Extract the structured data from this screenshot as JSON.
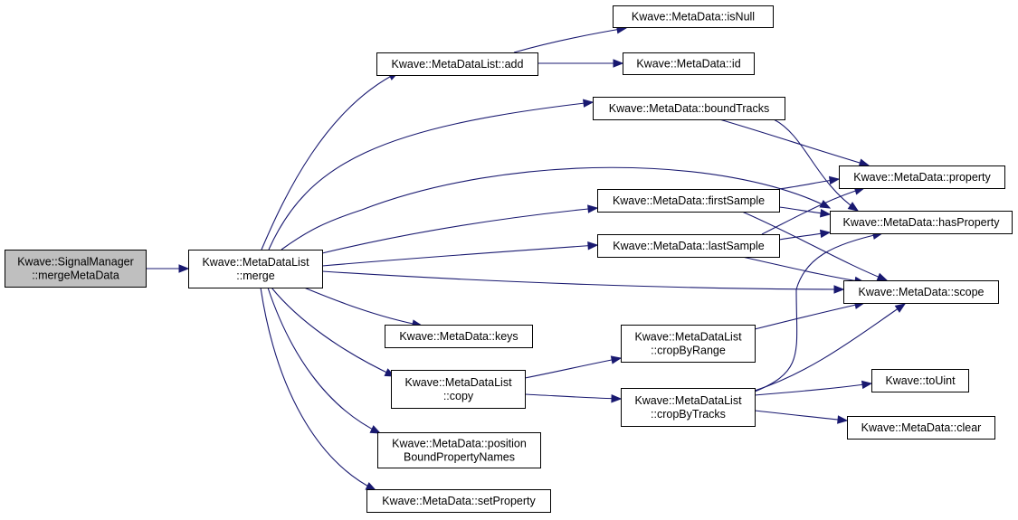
{
  "graph": {
    "colors": {
      "edge": "#191970",
      "root_fill": "#bfbfbf",
      "node_fill": "#ffffff",
      "border": "#000000"
    },
    "nodes": {
      "root": {
        "lines": [
          "Kwave::SignalManager",
          "::mergeMetaData"
        ]
      },
      "merge": {
        "lines": [
          "Kwave::MetaDataList",
          "::merge"
        ]
      },
      "add": {
        "lines": [
          "Kwave::MetaDataList::add"
        ]
      },
      "isNull": {
        "lines": [
          "Kwave::MetaData::isNull"
        ]
      },
      "id": {
        "lines": [
          "Kwave::MetaData::id"
        ]
      },
      "bound": {
        "lines": [
          "Kwave::MetaData::boundTracks"
        ]
      },
      "property": {
        "lines": [
          "Kwave::MetaData::property"
        ]
      },
      "first": {
        "lines": [
          "Kwave::MetaData::firstSample"
        ]
      },
      "hasProp": {
        "lines": [
          "Kwave::MetaData::hasProperty"
        ]
      },
      "last": {
        "lines": [
          "Kwave::MetaData::lastSample"
        ]
      },
      "scope": {
        "lines": [
          "Kwave::MetaData::scope"
        ]
      },
      "keys": {
        "lines": [
          "Kwave::MetaData::keys"
        ]
      },
      "cropRange": {
        "lines": [
          "Kwave::MetaDataList",
          "::cropByRange"
        ]
      },
      "copy": {
        "lines": [
          "Kwave::MetaDataList",
          "::copy"
        ]
      },
      "cropTracks": {
        "lines": [
          "Kwave::MetaDataList",
          "::cropByTracks"
        ]
      },
      "toUint": {
        "lines": [
          "Kwave::toUint"
        ]
      },
      "clear": {
        "lines": [
          "Kwave::MetaData::clear"
        ]
      },
      "posBound": {
        "lines": [
          "Kwave::MetaData::position",
          "BoundPropertyNames"
        ]
      },
      "setProp": {
        "lines": [
          "Kwave::MetaData::setProperty"
        ]
      }
    },
    "edges": [
      [
        "root",
        "merge"
      ],
      [
        "merge",
        "add"
      ],
      [
        "merge",
        "bound"
      ],
      [
        "merge",
        "hasProp"
      ],
      [
        "merge",
        "first"
      ],
      [
        "merge",
        "last"
      ],
      [
        "merge",
        "scope"
      ],
      [
        "merge",
        "keys"
      ],
      [
        "merge",
        "copy"
      ],
      [
        "merge",
        "posBound"
      ],
      [
        "merge",
        "setProp"
      ],
      [
        "add",
        "isNull"
      ],
      [
        "add",
        "id"
      ],
      [
        "bound",
        "property"
      ],
      [
        "bound",
        "hasProp"
      ],
      [
        "first",
        "property"
      ],
      [
        "first",
        "hasProp"
      ],
      [
        "first",
        "scope"
      ],
      [
        "last",
        "property"
      ],
      [
        "last",
        "hasProp"
      ],
      [
        "last",
        "scope"
      ],
      [
        "copy",
        "cropRange"
      ],
      [
        "copy",
        "cropTracks"
      ],
      [
        "cropRange",
        "scope"
      ],
      [
        "cropTracks",
        "hasProp"
      ],
      [
        "cropTracks",
        "scope"
      ],
      [
        "cropTracks",
        "toUint"
      ],
      [
        "cropTracks",
        "clear"
      ]
    ]
  }
}
